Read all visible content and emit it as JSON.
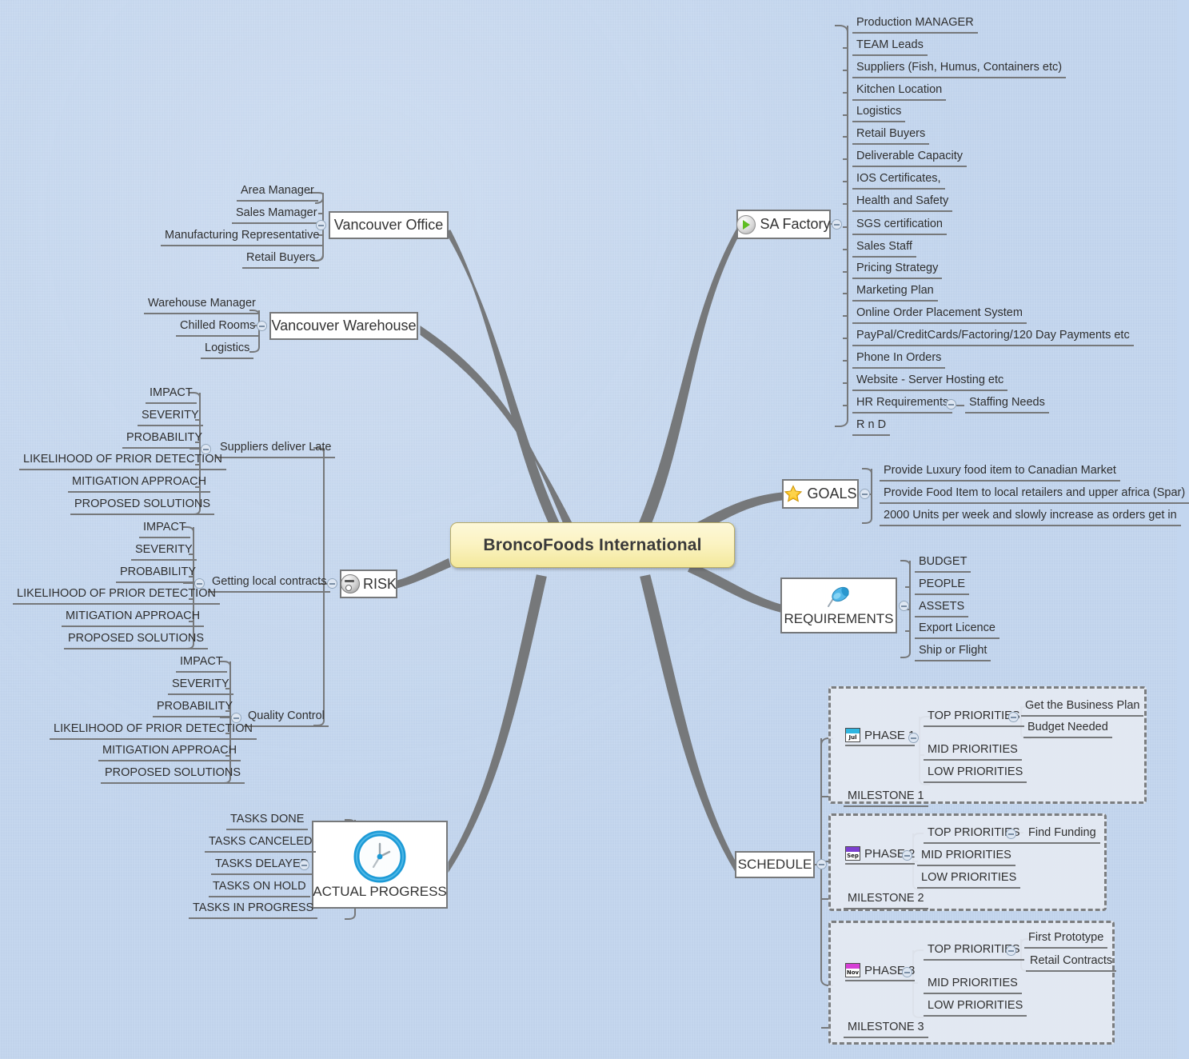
{
  "canvas": {
    "background_color": "#c3d6ef",
    "branch_color": "#76787a",
    "central_fill": "#fbf3c2",
    "boundary_fill": "#e4eaf2"
  },
  "central": {
    "title": "BroncoFoods International"
  },
  "branches": {
    "vancouver_office": {
      "label": "Vancouver Office",
      "children": [
        "Area Manager",
        "Sales Mamager",
        "Manufacturing Representative",
        "Retail Buyers"
      ]
    },
    "vancouver_warehouse": {
      "label": "Vancouver Warehouse",
      "children": [
        "Warehouse Manager",
        "Chilled Rooms",
        "Logistics"
      ]
    },
    "sa_factory": {
      "label": "SA Factory",
      "icon": "play-icon",
      "children": [
        "Production MANAGER",
        "TEAM Leads",
        "Suppliers (Fish, Humus, Containers etc)",
        "Kitchen Location",
        "Logistics",
        "Retail Buyers",
        "Deliverable Capacity",
        "IOS Certificates,",
        "Health and Safety",
        "SGS certification",
        "Sales Staff",
        "Pricing Strategy",
        "Marketing Plan",
        "Online Order Placement System",
        "PayPal/CreditCards/Factoring/120 Day Payments etc",
        "Phone In Orders",
        "Website - Server  Hosting etc",
        "HR Requirements",
        "R n D"
      ],
      "hr_child": "Staffing Needs"
    },
    "goals": {
      "label": "GOALS",
      "icon": "star-icon",
      "children": [
        "Provide Luxury food item to Canadian Market",
        "Provide Food Item to local retailers and upper africa (Spar)",
        "2000 Units per week and slowly increase as orders get in"
      ]
    },
    "requirements": {
      "label": "REQUIREMENTS",
      "icon": "pushpin-icon",
      "children": [
        "BUDGET",
        "PEOPLE",
        "ASSETS",
        "Export Licence",
        "Ship or Flight"
      ]
    },
    "risk": {
      "label": "RISK",
      "icon": "risk-icon",
      "sub_risks": [
        {
          "label": "Suppliers deliver Late",
          "children": [
            "IMPACT",
            "SEVERITY",
            "PROBABILITY",
            "LIKELIHOOD OF PRIOR DETECTION",
            "MITIGATION APPROACH",
            "PROPOSED SOLUTIONS"
          ]
        },
        {
          "label": "Getting local contracts",
          "children": [
            "IMPACT",
            "SEVERITY",
            "PROBABILITY",
            "LIKELIHOOD OF PRIOR DETECTION",
            "MITIGATION APPROACH",
            "PROPOSED SOLUTIONS"
          ]
        },
        {
          "label": "Quality Control",
          "children": [
            "IMPACT",
            "SEVERITY",
            "PROBABILITY",
            "LIKELIHOOD OF PRIOR DETECTION",
            "MITIGATION APPROACH",
            "PROPOSED SOLUTIONS"
          ]
        }
      ]
    },
    "actual_progress": {
      "label": "ACTUAL PROGRESS",
      "icon": "clock-icon",
      "children": [
        "TASKS DONE",
        "TASKS CANCELED",
        "TASKS DELAYED",
        "TASKS ON HOLD",
        "TASKS IN PROGRESS"
      ]
    },
    "schedule": {
      "label": "SCHEDULE",
      "phases": [
        {
          "label": "PHASE 1",
          "month_icon": "Jul",
          "month_color": "#2fb6e0",
          "milestone": "MILESTONE 1",
          "priorities": [
            "TOP PRIORITIES",
            "MID PRIORITIES",
            "LOW PRIORITIES"
          ],
          "top_items": [
            "Get the Business Plan",
            "Budget Needed"
          ]
        },
        {
          "label": "PHASE 2",
          "month_icon": "Sep",
          "month_color": "#7c3fd0",
          "milestone": "MILESTONE 2",
          "priorities": [
            "TOP PRIORITIES",
            "MID PRIORITIES",
            "LOW PRIORITIES"
          ],
          "top_items": [
            "Find Funding"
          ]
        },
        {
          "label": "PHASE 3",
          "month_icon": "Nov",
          "month_color": "#d63fd6",
          "milestone": "MILESTONE 3",
          "priorities": [
            "TOP PRIORITIES",
            "MID PRIORITIES",
            "LOW PRIORITIES"
          ],
          "top_items": [
            "First Prototype",
            "Retail Contracts"
          ]
        }
      ]
    }
  }
}
